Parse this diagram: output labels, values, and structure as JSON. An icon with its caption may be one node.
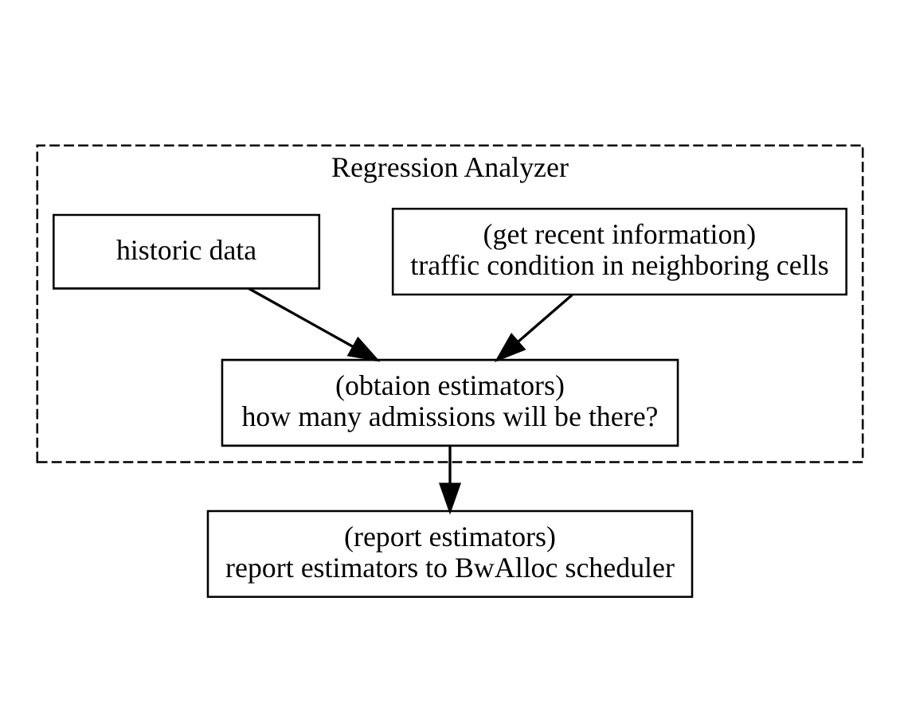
{
  "diagram": {
    "nodes": [
      {
        "text": [
          "Regression Analyzer"
        ]
      },
      {
        "text": [
          "(get recent information)",
          "traffic condition in neighboring cells"
        ],
        "in": 0
      },
      {
        "text": [
          "(obtaion estimators)",
          "how many admissions will be there?"
        ],
        "in": 0
      },
      {
        "text": [
          "historic data"
        ],
        "in": 0
      },
      {
        "text": [
          "(report estimators)",
          "report estimators to BwAlloc scheduler"
        ]
      }
    ],
    "edges": [
      {
        "from": 1,
        "to": 2,
        "arrow": "to"
      },
      {
        "from": 3,
        "to": 2,
        "arrow": "to"
      },
      {
        "from": 2,
        "to": 4,
        "arrow": "to"
      }
    ]
  }
}
